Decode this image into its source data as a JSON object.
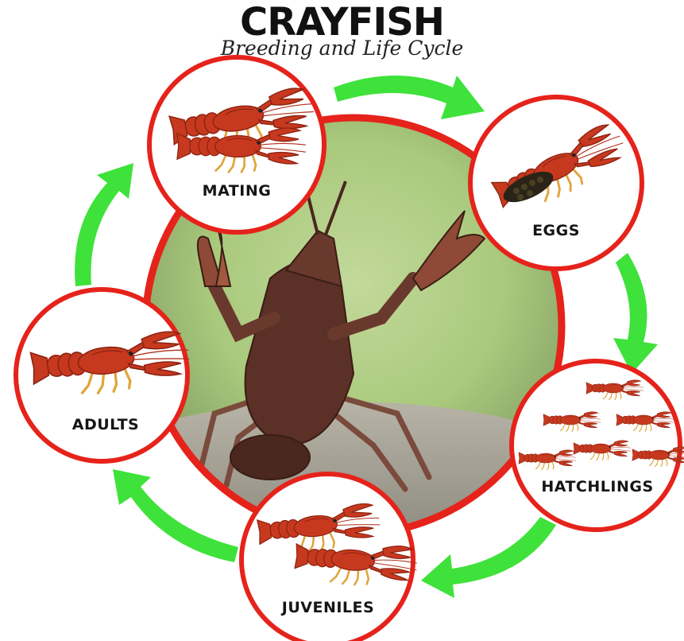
{
  "title": "CRAYFISH",
  "subtitle": "Breeding and Life Cycle",
  "colors": {
    "ring": "#e5231b",
    "arrow": "#3ee23a",
    "crayfish_body": "#c7391f",
    "crayfish_dark": "#8e2412",
    "legs": "#e0a53a",
    "photo_bg": "#a9c97c",
    "photo_crayfish": "#5b3026"
  },
  "stages": [
    {
      "id": "mating",
      "label": "MATING",
      "icon": "mating-crayfish-pair"
    },
    {
      "id": "eggs",
      "label": "EGGS",
      "icon": "crayfish-with-eggs"
    },
    {
      "id": "hatchlings",
      "label": "HATCHLINGS",
      "icon": "hatchling-crayfish-group"
    },
    {
      "id": "juveniles",
      "label": "JUVENILES",
      "icon": "juvenile-crayfish-pair"
    },
    {
      "id": "adults",
      "label": "ADULTS",
      "icon": "adult-crayfish"
    }
  ]
}
